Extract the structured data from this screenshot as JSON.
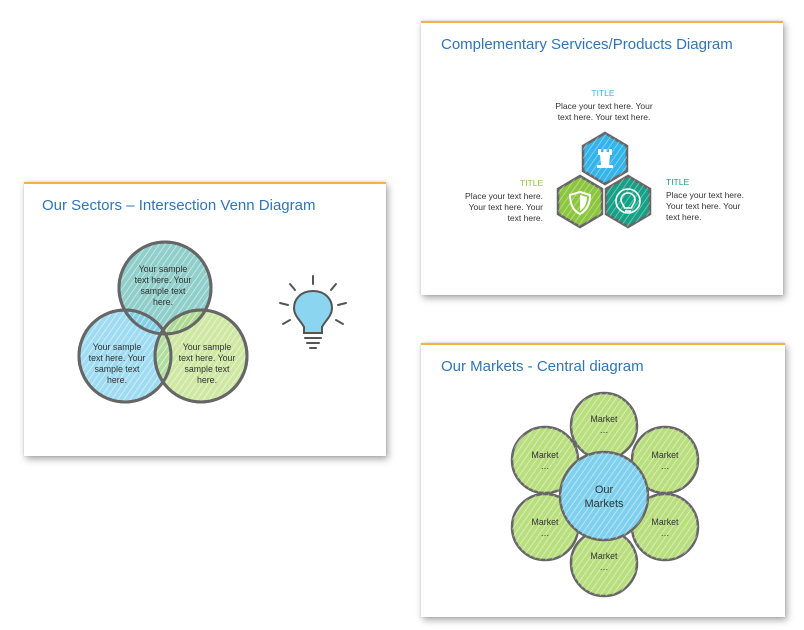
{
  "colors": {
    "title_blue": "#2f75b5",
    "accent_orange": "#f2b24a",
    "venn_teal": "#7dc5c1",
    "venn_blue": "#7fd0ee",
    "venn_green": "#b9de7e",
    "hex_blue": "#35b4ea",
    "hex_green": "#8cc63f",
    "hex_teal": "#16a085",
    "circle_stroke": "#666666"
  },
  "venn_slide": {
    "title": "Our Sectors – Intersection Venn Diagram",
    "top_lines": [
      "Your sample",
      "text here. Your",
      "sample text",
      "here."
    ],
    "left_lines": [
      "Your sample",
      "text here. Your",
      "sample text",
      "here."
    ],
    "right_lines": [
      "Your sample",
      "text here. Your",
      "sample text",
      "here."
    ],
    "icon": "lightbulb-icon"
  },
  "services_slide": {
    "title": "Complementary Services/Products Diagram",
    "top_title": "TITLE",
    "top_text": "Place your text here. Your text here. Your text here.",
    "left_title": "TITLE",
    "left_text": "Place your text here. Your text here. Your text here.",
    "right_title": "TITLE",
    "right_text": "Place your text here. Your text here. Your text here.",
    "icons": [
      "chess-rook-icon",
      "shield-icon",
      "lightbulb-icon"
    ]
  },
  "markets_slide": {
    "title": "Our Markets - Central diagram",
    "center_lines": [
      "Our",
      "Markets"
    ],
    "market_label": "Market",
    "market_ellipsis": "…",
    "count": 6
  }
}
